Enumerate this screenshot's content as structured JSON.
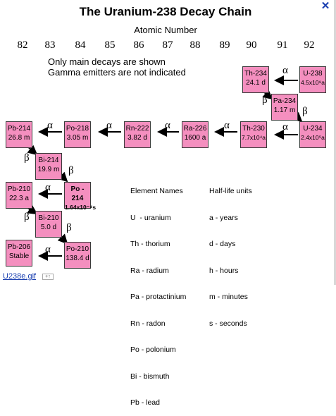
{
  "title": "The Uranium-238 Decay Chain",
  "axis_label": "Atomic Number",
  "atomic_numbers": [
    "82",
    "83",
    "84",
    "85",
    "86",
    "87",
    "88",
    "89",
    "90",
    "91",
    "92"
  ],
  "notes": [
    "Only main decays are shown",
    "Gamma emitters are not indicated"
  ],
  "close_symbol": "✕",
  "alpha": "α",
  "beta": "β",
  "nuclides": {
    "u238": {
      "name": "U-238",
      "halflife": "4.5x10⁹a"
    },
    "th234": {
      "name": "Th-234",
      "halflife": "24.1 d"
    },
    "pa234": {
      "name": "Pa-234",
      "halflife": "1.17 m"
    },
    "u234": {
      "name": "U-234",
      "halflife": "2.4x10⁵a"
    },
    "th230": {
      "name": "Th-230",
      "halflife": "7.7x10⁴a"
    },
    "ra226": {
      "name": "Ra-226",
      "halflife": "1600 a"
    },
    "rn222": {
      "name": "Rn-222",
      "halflife": "3.82 d"
    },
    "po218": {
      "name": "Po-218",
      "halflife": "3.05 m"
    },
    "pb214": {
      "name": "Pb-214",
      "halflife": "26.8 m"
    },
    "bi214": {
      "name": "Bi-214",
      "halflife": "19.9 m"
    },
    "po214": {
      "name": "Po - 214",
      "halflife": "1.64x10⁻⁴s"
    },
    "pb210": {
      "name": "Pb-210",
      "halflife": "22.3 a"
    },
    "bi210": {
      "name": "Bi-210",
      "halflife": "5.0 d"
    },
    "po210": {
      "name": "Po-210",
      "halflife": "138.4 d"
    },
    "pb206": {
      "name": "Pb-206",
      "halflife": "Stable"
    }
  },
  "element_names": {
    "heading": "Element Names",
    "items": [
      "U  - uranium",
      "Th - thorium",
      "Ra - radium",
      "Pa - protactinium",
      "Rn - radon",
      "Po - polonium",
      "Bi - bismuth",
      "Pb - lead"
    ]
  },
  "halflife_units": {
    "heading": "Half-life units",
    "items": [
      "a - years",
      "d - days",
      "h - hours",
      "m - minutes",
      "s - seconds"
    ]
  },
  "footer": {
    "filename": "U238e.gif",
    "expand": "+↑"
  }
}
